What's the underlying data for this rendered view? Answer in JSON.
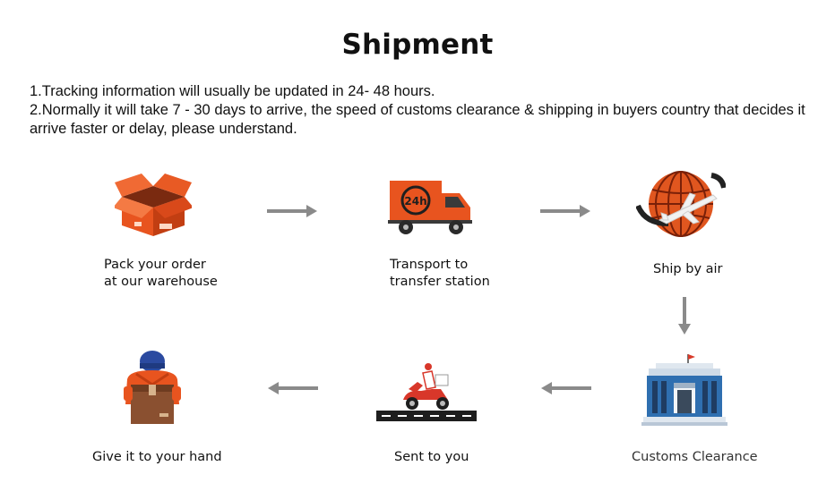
{
  "title": "Shipment",
  "notes": [
    "1.Tracking information will usually be updated in 24- 48 hours.",
    "2.Normally it will take 7 - 30 days to arrive, the speed of customs clearance & shipping in buyers country that decides it arrive faster or delay, please understand."
  ],
  "steps": [
    {
      "line1": "Pack your order",
      "line2": "at our warehouse",
      "icon": "open-box-icon"
    },
    {
      "line1": "Transport to",
      "line2": "transfer station",
      "icon": "delivery-truck-24h-icon"
    },
    {
      "line1": "Ship by air",
      "icon": "globe-airplane-icon"
    },
    {
      "line1": "Customs Clearance",
      "icon": "customs-building-icon"
    },
    {
      "line1": "Sent to you",
      "icon": "delivery-scooter-icon"
    },
    {
      "line1": "Give it to your hand",
      "icon": "courier-with-package-icon"
    }
  ],
  "truck_badge": "24h",
  "colors": {
    "orange": "#e8541f",
    "dark_orange": "#c23e12",
    "arrow_gray": "#8a8a8a",
    "building_blue": "#2f6fb0"
  }
}
